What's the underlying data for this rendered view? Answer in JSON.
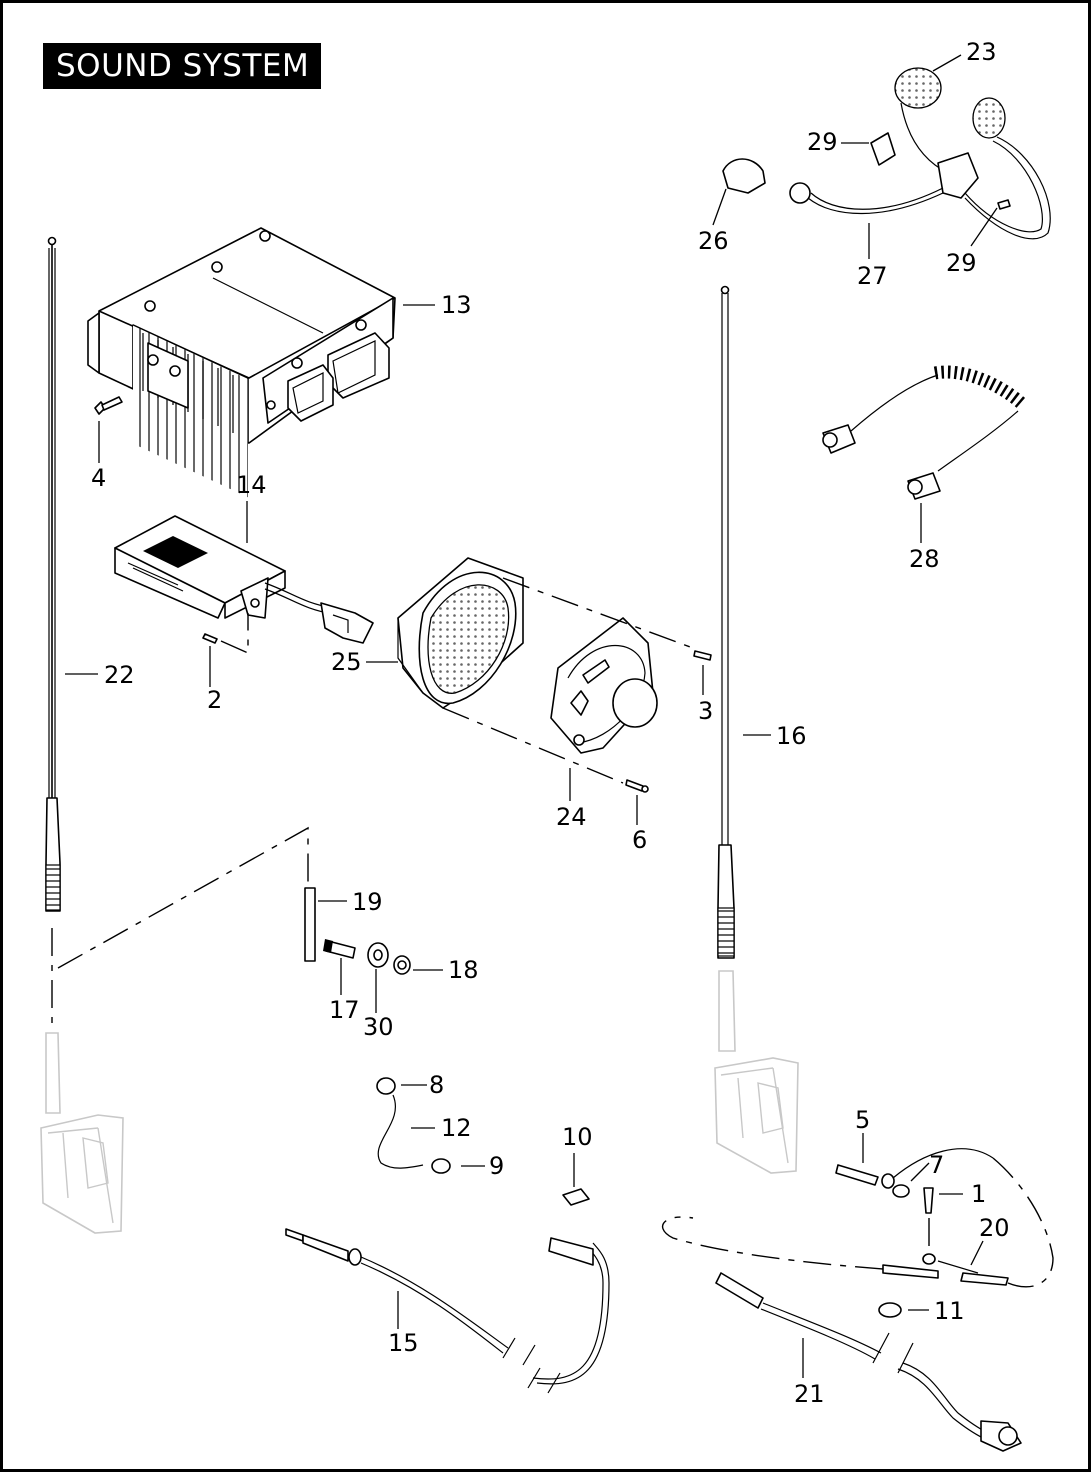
{
  "title": "SOUND SYSTEM",
  "callouts": [
    "1",
    "2",
    "3",
    "4",
    "5",
    "6",
    "7",
    "8",
    "9",
    "10",
    "11",
    "12",
    "13",
    "14",
    "15",
    "16",
    "17",
    "18",
    "19",
    "20",
    "21",
    "22",
    "23",
    "24",
    "25",
    "26",
    "27",
    "28",
    "29",
    "29",
    "30"
  ]
}
